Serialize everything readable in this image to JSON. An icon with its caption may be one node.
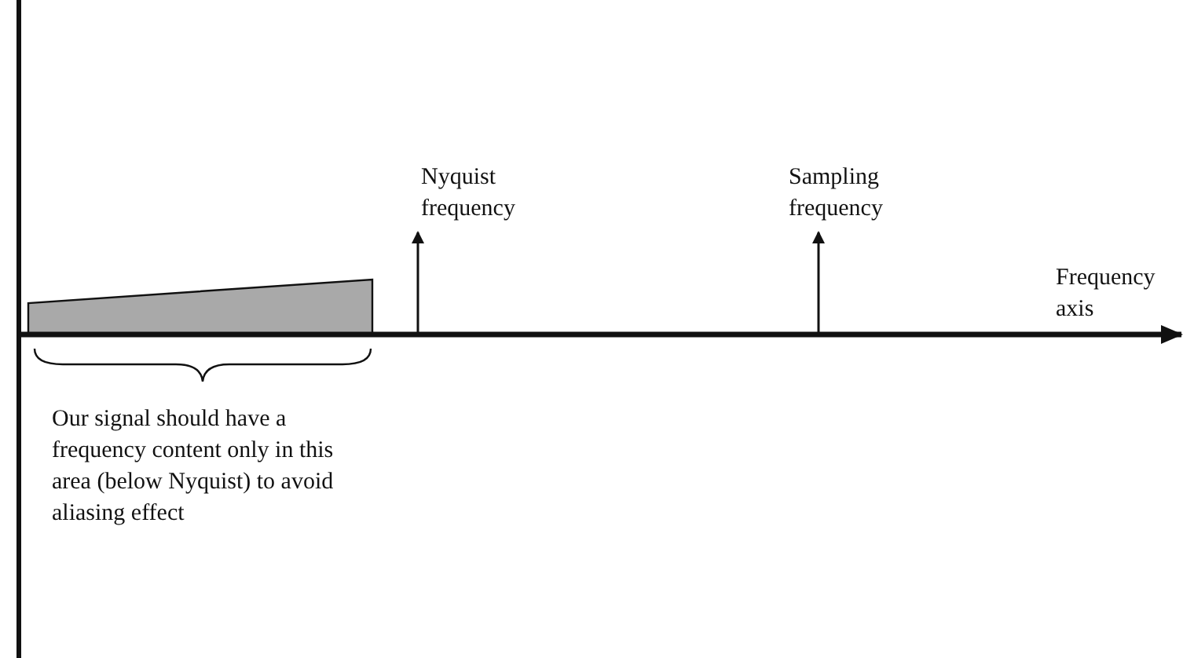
{
  "diagram": {
    "labels": [
      "Nyquist frequency",
      "Sampling frequency",
      "Frequency axis",
      "Our signal should have a frequency content only in this area (below Nyquist) to avoid aliasing effect"
    ]
  }
}
